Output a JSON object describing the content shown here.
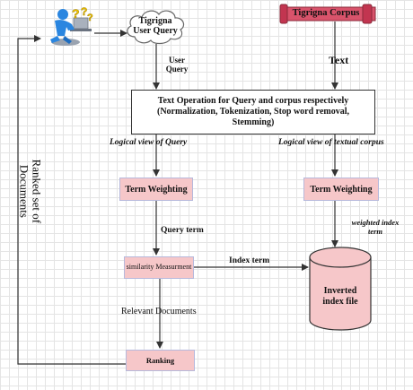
{
  "nodes": {
    "query": "Tigrigna User Query",
    "corpus": "Tigrigna Corpus",
    "text_operation": "Text Operation for Query and corpus respectively (Normalization, Tokenization, Stop word removal, Stemming)",
    "term_weighting_left": "Term Weighting",
    "term_weighting_right": "Term Weighting",
    "similarity": "similarity Measurment",
    "inverted_index": "Inverted index file",
    "ranking": "Ranking"
  },
  "edge_labels": {
    "user_query": "User Query",
    "text": "Text",
    "logical_view_query": "Logical view of Query",
    "logical_view_corpus": "Logical view of textual corpus",
    "query_term": "Query term",
    "weighted_index_term": "weighted index term",
    "index_term": "Index term",
    "relevant_documents": "Relevant Documents",
    "ranked_set": "Ranked set of Documents"
  },
  "icons": {
    "user": "user-thinking-icon",
    "corpus": "scroll-icon"
  },
  "colors": {
    "box_fill": "#f6c7c9",
    "box_border": "#b6b9dc",
    "corpus_fill": "#d9536b",
    "user_blue": "#2a86e0",
    "question_mark": "#f2c400",
    "line": "#333333"
  }
}
